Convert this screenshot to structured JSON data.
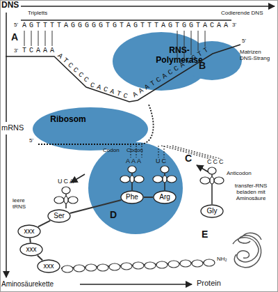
{
  "diagram": {
    "nodes": [
      {
        "text": [
          "RNS- Polymerase"
        ]
      },
      {
        "text": [
          "Ribosom"
        ]
      },
      {
        "text": [
          "Phe"
        ],
        "in": 1
      },
      {
        "text": [
          "Arg"
        ],
        "in": 1
      },
      {
        "text": [
          "Gly"
        ]
      },
      {
        "text": [
          "Ser"
        ]
      },
      {
        "text": [
          "xxx"
        ]
      },
      {
        "text": [
          "xxx"
        ]
      },
      {
        "text": [
          "xxx"
        ]
      }
    ],
    "edges": [
      {
        "from": 5,
        "to": 2,
        "arrow": "none"
      },
      {
        "from": 2,
        "to": 3,
        "arrow": "none"
      },
      {
        "from": 5,
        "to": 6,
        "arrow": "none"
      },
      {
        "from": 6,
        "to": 7,
        "arrow": "none"
      },
      {
        "from": 7,
        "to": 8,
        "arrow": "none"
      }
    ],
    "labels": [
      "DNS",
      "Tripletts",
      "Codierende DNS",
      "5'",
      "AGTTTTAGGGGGTGTAGTTTAGTGGTACAA",
      "3'",
      "A",
      "3'",
      "TCAAA",
      "ATCCCC",
      "CACATC",
      "AAATCACCATGTT",
      "B",
      "5'",
      "Matrizen DNS-Strang",
      "mRNS",
      "5'",
      "Codon",
      "Codon",
      "AAA",
      "UC",
      "C",
      "CCC",
      "Anticodon",
      "UCA",
      "transfer-RNS beladen mit Aminosäure",
      "leere tRNS",
      "D",
      "E",
      "NH₂",
      "Aminosäurekette",
      "Protein"
    ]
  }
}
